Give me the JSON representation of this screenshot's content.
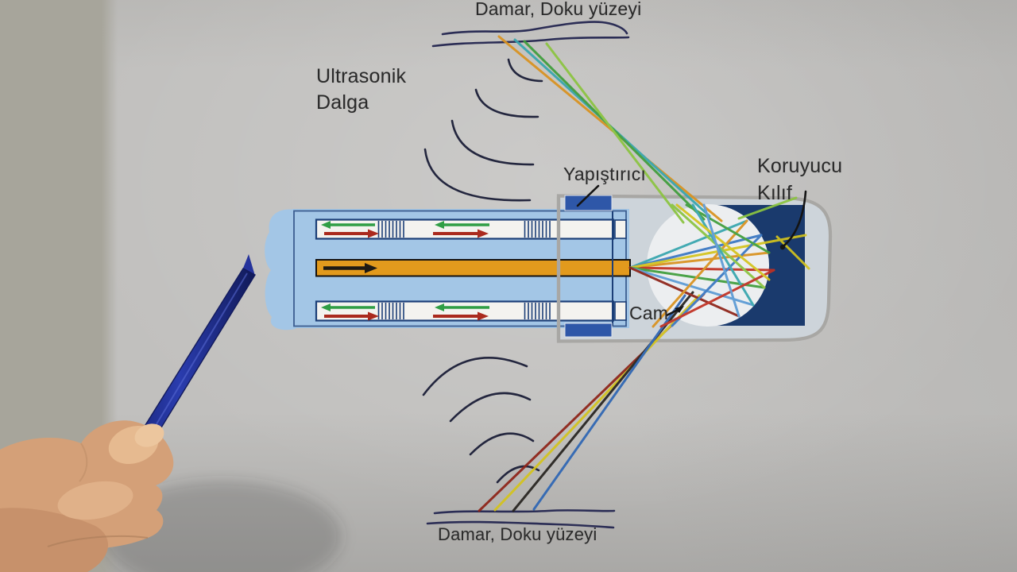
{
  "labels": {
    "tissue_top": "Damar, Doku yüzeyi",
    "ultrasonic_wave": {
      "line1": "Ultrasonik",
      "line2": "Dalga"
    },
    "adhesive": "Yapıştırıcı",
    "protective_sheath": {
      "line1": "Koruyucu",
      "line2": "Kılıf"
    },
    "glass": "Cam",
    "tissue_bottom": "Damar, Doku yüzeyi"
  },
  "colors": {
    "device_body": "#a3c6e6",
    "fiber_core": "#e29a1d",
    "channel_fill": "#f4f3ef",
    "channel_border": "#1c3f77",
    "adhesive_block": "#2e57a8",
    "mirror_housing": "#1a3a6d",
    "mirror_glass": "#eceef0",
    "sheath_fill": "#cdd4da",
    "sheath_outline": "#a8a7a4",
    "arrow_forward": "#aa2a1e",
    "arrow_back": "#2f9e45",
    "fiber_arrow": "#1e1a14",
    "wave_line": "#23263e",
    "tissue_line": "#2b2d55",
    "pen": "#1f2d96"
  }
}
